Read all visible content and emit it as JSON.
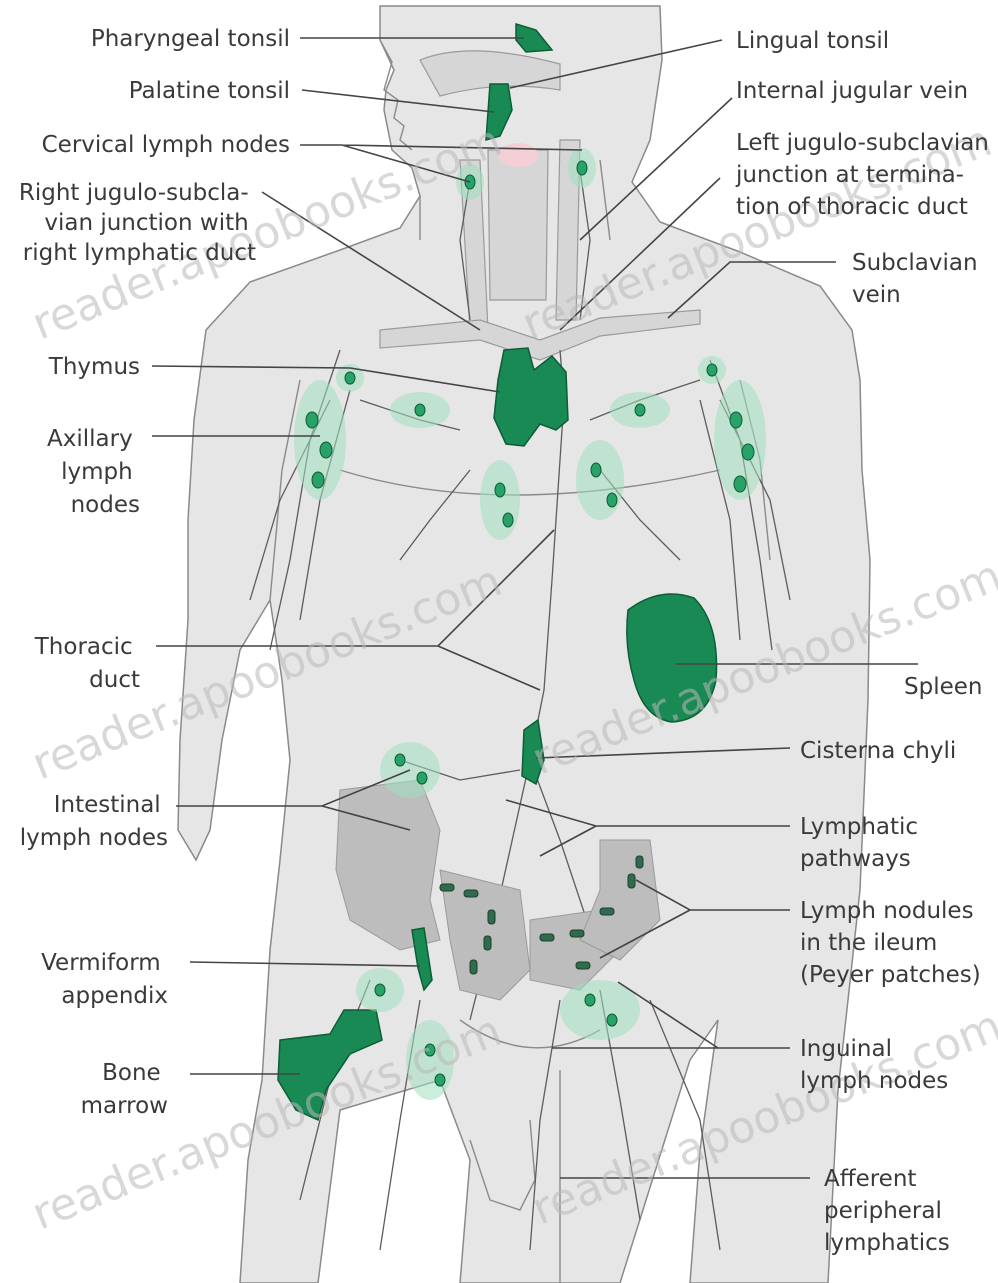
{
  "diagram": {
    "labels_left": [
      {
        "id": "pharyngeal-tonsil",
        "lines": [
          "Pharyngeal tonsil"
        ]
      },
      {
        "id": "palatine-tonsil",
        "lines": [
          "Palatine tonsil"
        ]
      },
      {
        "id": "cervical-lymph-nodes",
        "lines": [
          "Cervical lymph nodes"
        ]
      },
      {
        "id": "right-jugulo-subclavian-junction",
        "lines": [
          "Right jugulo-subcla-",
          "vian junction with",
          "right  lymphatic duct"
        ]
      },
      {
        "id": "thymus",
        "lines": [
          "Thymus"
        ]
      },
      {
        "id": "axillary-lymph-nodes",
        "lines": [
          "Axillary",
          "lymph",
          "nodes"
        ]
      },
      {
        "id": "thoracic-duct",
        "lines": [
          "Thoracic",
          "duct"
        ]
      },
      {
        "id": "intestinal-lymph-nodes",
        "lines": [
          "Intestinal",
          "lymph nodes"
        ]
      },
      {
        "id": "vermiform-appendix",
        "lines": [
          "Vermiform",
          "appendix"
        ]
      },
      {
        "id": "bone-marrow",
        "lines": [
          "Bone",
          "marrow"
        ]
      }
    ],
    "labels_right": [
      {
        "id": "lingual-tonsil",
        "lines": [
          "Lingual tonsil"
        ]
      },
      {
        "id": "internal-jugular-vein",
        "lines": [
          "Internal jugular vein"
        ]
      },
      {
        "id": "left-jugulo-subclavian-junction",
        "lines": [
          "Left jugulo-subclavian",
          "junction at termina-",
          "tion of thoracic duct"
        ]
      },
      {
        "id": "subclavian-vein",
        "lines": [
          "Subclavian",
          "vein"
        ]
      },
      {
        "id": "spleen",
        "lines": [
          "Spleen"
        ]
      },
      {
        "id": "cisterna-chyli",
        "lines": [
          "Cisterna chyli"
        ]
      },
      {
        "id": "lymphatic-pathways",
        "lines": [
          "Lymphatic",
          "pathways"
        ]
      },
      {
        "id": "lymph-nodules-ileum",
        "lines": [
          "Lymph nodules",
          "in the ileum",
          "(Peyer patches)"
        ]
      },
      {
        "id": "inguinal-lymph-nodes",
        "lines": [
          "Inguinal",
          "lymph nodes"
        ]
      },
      {
        "id": "afferent-peripheral-lymphatics",
        "lines": [
          "Afferent",
          "peripheral",
          "lymphatics"
        ]
      }
    ],
    "watermark": "reader.apoobooks.com",
    "colors": {
      "lymphoid_organ": "#1a8a54",
      "lymph_node": "#29a268",
      "node_halo": "#9fe0be",
      "body": "#e6e6e6",
      "outline": "#8a8a8a",
      "label_text": "#3a3a3a"
    }
  }
}
